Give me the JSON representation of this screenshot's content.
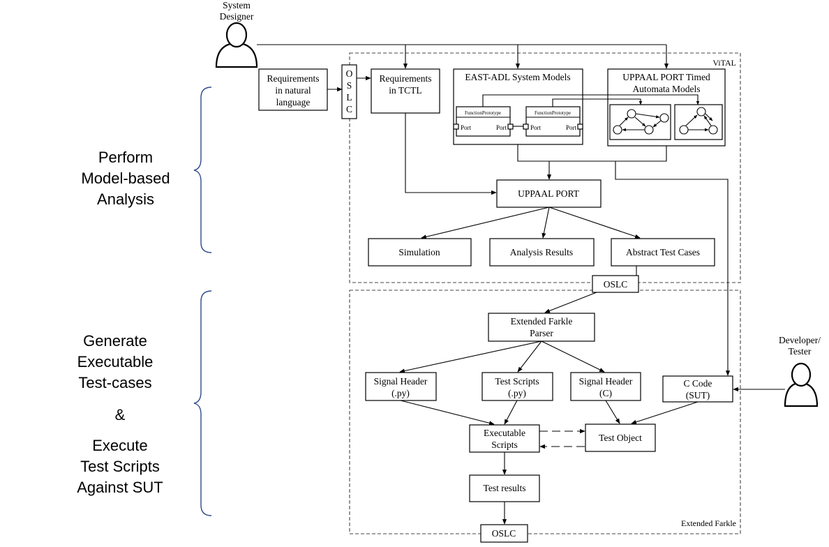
{
  "actors": {
    "system_designer": [
      "System",
      "Designer"
    ],
    "developer_tester": [
      "Developer/",
      "Tester"
    ]
  },
  "containers": {
    "vital": "ViTAL",
    "farkle": "Extended Farkle"
  },
  "phases": {
    "analysis": [
      "Perform",
      "Model-based",
      "Analysis"
    ],
    "generate": [
      "Generate",
      "Executable",
      "Test-cases"
    ],
    "ampersand": "&",
    "execute": [
      "Execute",
      "Test Scripts",
      "Against SUT"
    ]
  },
  "boxes": {
    "req_natural": [
      "Requirements",
      "in natural",
      "language"
    ],
    "oslc_vertical": [
      "O",
      "S",
      "L",
      "C"
    ],
    "req_tctl": [
      "Requirements",
      "in TCTL"
    ],
    "east_adl": "EAST-ADL System Models",
    "function_prototype": "FunctionPrototype",
    "port": "Port",
    "uppaal_models": [
      "UPPAAL PORT Timed",
      "Automata Models"
    ],
    "uppaal_port": "UPPAAL PORT",
    "simulation": "Simulation",
    "analysis_results": "Analysis Results",
    "abstract_test_cases": "Abstract Test Cases",
    "oslc_middle": "OSLC",
    "farkle_parser": [
      "Extended Farkle",
      "Parser"
    ],
    "signal_header_py": [
      "Signal Header",
      "(.py)"
    ],
    "test_scripts_py": [
      "Test Scripts",
      "(.py)"
    ],
    "signal_header_c": [
      "Signal Header",
      "(C)"
    ],
    "c_code": [
      "C Code",
      "(SUT)"
    ],
    "executable_scripts": [
      "Executable",
      "Scripts"
    ],
    "test_object": "Test Object",
    "test_results": "Test results",
    "oslc_bottom": "OSLC"
  }
}
